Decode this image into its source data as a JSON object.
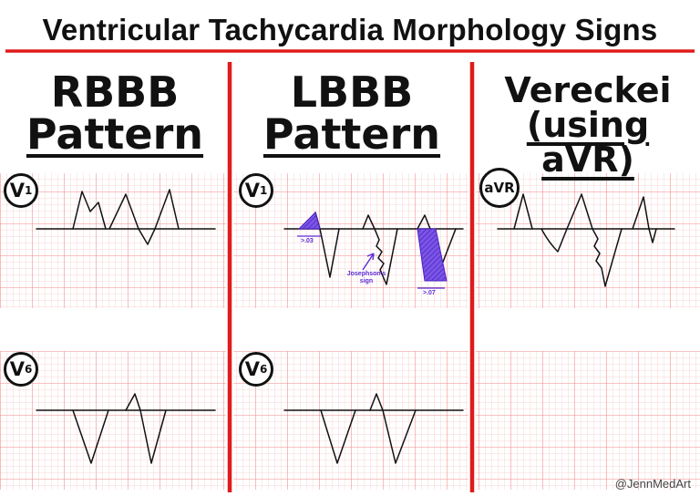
{
  "title": "Ventricular Tachycardia Morphology Signs",
  "columns": [
    {
      "line1": "RBBB",
      "line2": "Pattern"
    },
    {
      "line1": "LBBB",
      "line2": "Pattern"
    },
    {
      "line1": "Vereckei",
      "line2": "(using aVR)"
    }
  ],
  "leads": {
    "v1": "V",
    "v1_sub": "1",
    "v6": "V",
    "v6_sub": "6",
    "avr": "aVR"
  },
  "annotations": {
    "r_width": ">.03",
    "rs_interval": ">.07",
    "josephson": "Josephson's sign"
  },
  "credit": "@JennMedArt",
  "colors": {
    "grid_major": "#f08a8a",
    "grid_minor": "#f9caca",
    "divider": "#e01b1b",
    "ink": "#111111",
    "highlight": "#5b2bd6",
    "highlight_fill": "#7b55e6"
  }
}
